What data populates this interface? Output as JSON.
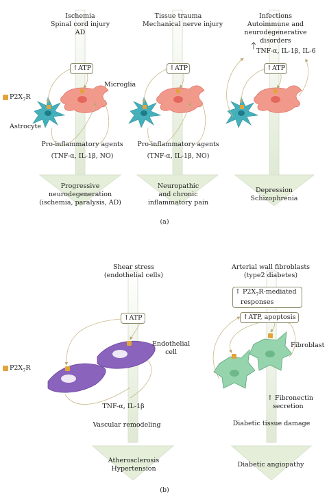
{
  "panel_a": {
    "label": "(a)",
    "col1": {
      "header": [
        "Ischemia",
        "Spinal cord injury",
        "AD"
      ],
      "atp": "ATP",
      "microglia": "Microglia",
      "p2x7r_main": "P2X",
      "p2x7r_sub": "7",
      "p2x7r_tail": "R",
      "astrocyte": "Astrocyte",
      "agents": "Pro-inflammatory agents",
      "agents_list": "(TNF-α, IL-1β, NO)",
      "outcome": [
        "Progressive",
        "neurodegeneration",
        "(ischemia, paralysis, AD)"
      ]
    },
    "col2": {
      "header": [
        "Tissue trauma",
        "Mechanical nerve injury"
      ],
      "atp": "ATP",
      "agents": "Pro-inflammatory agents",
      "agents_list": "(TNF-α, IL-1β, NO)",
      "outcome": [
        "Neuropathic",
        "and chronic",
        "inflammatory pain"
      ]
    },
    "col3": {
      "header": [
        "Infections",
        "Autoimmune and",
        "neurodegenerative",
        "disorders"
      ],
      "cytokines": "TNF-α, IL-1β, IL-6",
      "atp": "ATP",
      "outcome": [
        "Depression",
        "Schizophrenia"
      ]
    }
  },
  "panel_b": {
    "label": "(b)",
    "left": {
      "header": [
        "Shear stress",
        "(endothelial cells)"
      ],
      "atp": "ATP",
      "cell": [
        "Endothelial",
        "cell"
      ],
      "p2x7r_main": "P2X",
      "p2x7r_sub": "7",
      "p2x7r_tail": "R",
      "agents": "TNF-α, IL-1β",
      "process": "Vascular remodeling",
      "outcome": [
        "Atherosclerosis",
        "Hypertension"
      ]
    },
    "right": {
      "header": [
        "Arterial wall fibroblasts",
        "(type2 diabetes)"
      ],
      "responses_main": "P2X",
      "responses_sub": "7",
      "responses_tail": "R-mediated",
      "responses_line2": "responses",
      "atp": "ATP, apoptosis",
      "cell": "Fibroblast",
      "secretion": [
        "Fibronectin",
        "secretion"
      ],
      "process": "Diabetic tissue damage",
      "outcome": "Diabetic angiopathy"
    }
  },
  "colors": {
    "arrow_fill": "#e9f1df",
    "arrow_stroke": "#cfdcc1",
    "box_border": "#8b8b6b",
    "microglia": "#f08f84",
    "astrocyte": "#39a7b3",
    "endothelial": "#7f58b5",
    "fibroblast": "#8ccfa7",
    "receptor": "#e2a43a",
    "curve": "#c9b887"
  }
}
